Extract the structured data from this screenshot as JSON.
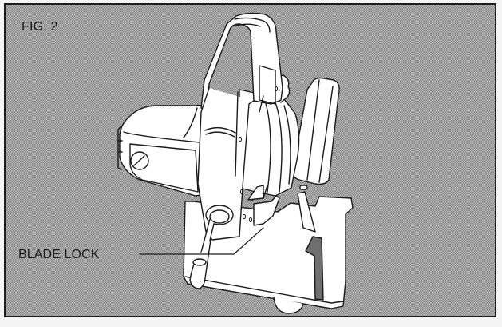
{
  "figure": {
    "label": "FIG. 2",
    "subject": "circular-saw",
    "background": "halftone-gray"
  },
  "callouts": [
    {
      "label": "BLADE LOCK",
      "target": "blade-lock-lever"
    }
  ],
  "colors": {
    "background_tone": "#a8a8a8",
    "line": "#1a1a1a",
    "fill": "#ffffff",
    "border": "#1e1e1e"
  }
}
